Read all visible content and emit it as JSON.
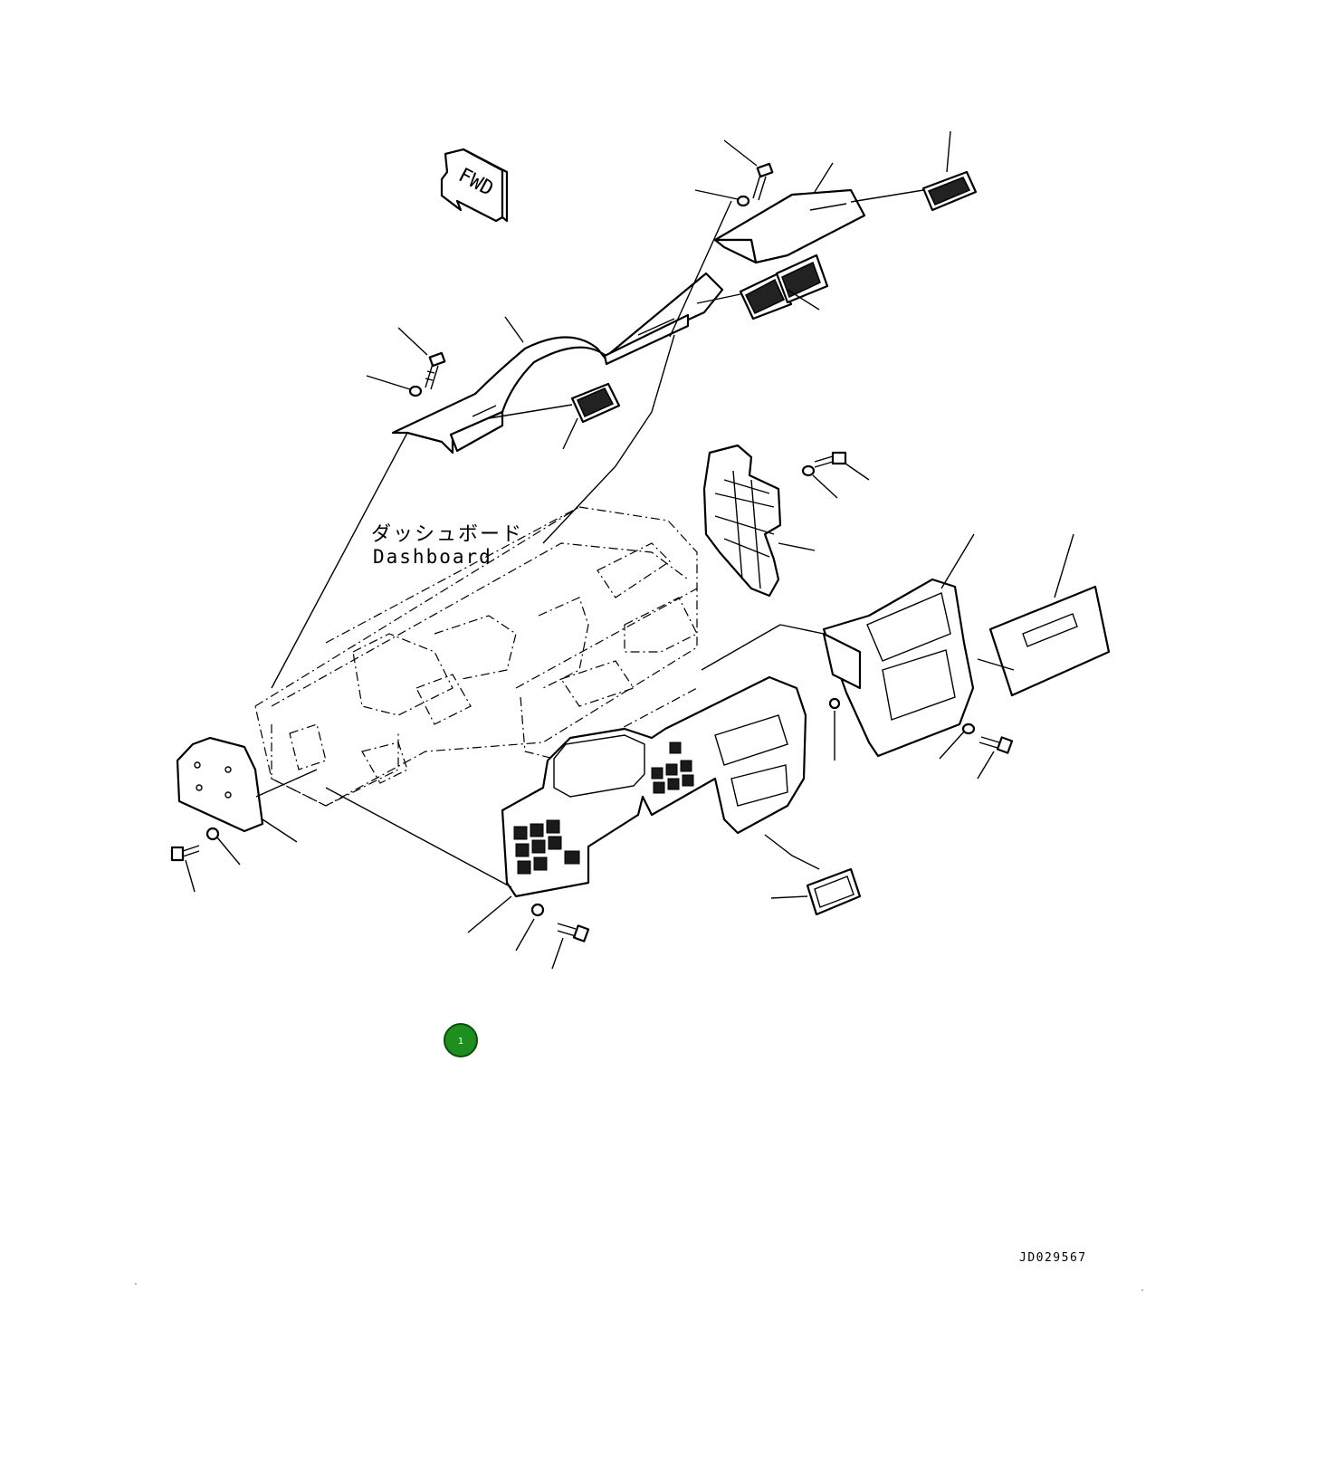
{
  "labels": {
    "fwd": "FWD",
    "dashboard_jp": "ダッシュボード",
    "dashboard_en": "Dashboard",
    "drawing_id": "JD029567"
  },
  "callouts": [
    {
      "text": "1",
      "color": "#1e8f1e"
    }
  ]
}
